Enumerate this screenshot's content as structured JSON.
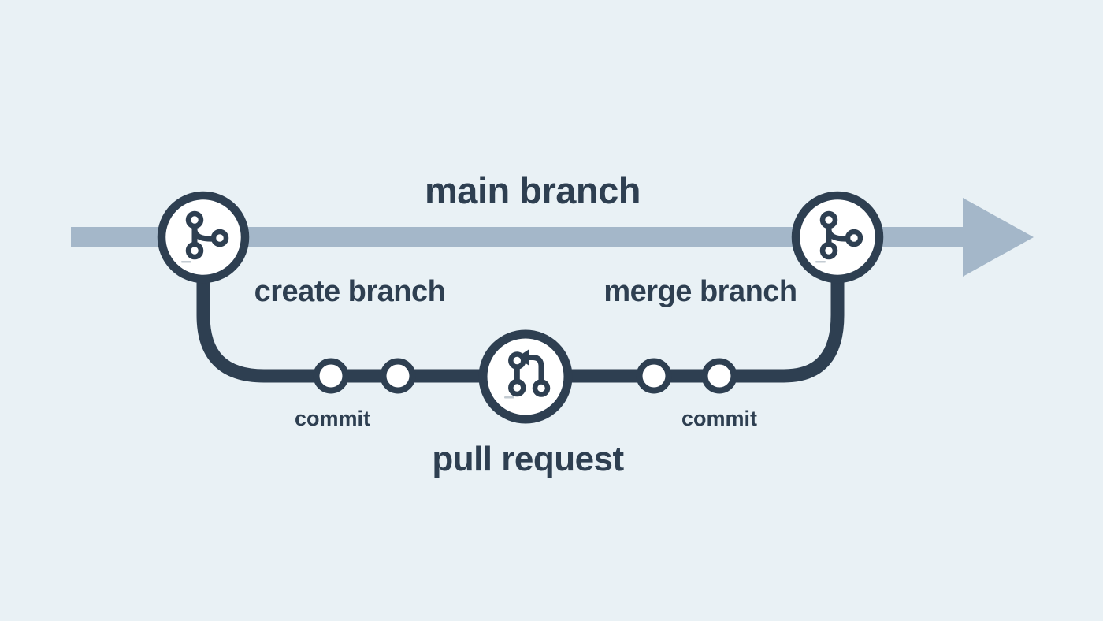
{
  "colors": {
    "background": "#e9f1f5",
    "navy": "#2e3f51",
    "steel_blue": "#a4b7c9",
    "node_fill": "#ffffff",
    "watermark_gray": "#c3cbd2"
  },
  "labels": {
    "main_branch": "main branch",
    "create_branch": "create branch",
    "merge_branch": "merge branch",
    "commit_left": "commit",
    "commit_right": "commit",
    "pull_request": "pull request"
  },
  "icons": {
    "branch_start": "git-branch-icon",
    "branch_end": "git-branch-icon",
    "center_node": "git-pull-request-icon",
    "timeline_end": "arrow-right-head"
  },
  "structure": {
    "commit_node_count": 4,
    "branch_node_count": 2,
    "pull_request_node_count": 1
  }
}
